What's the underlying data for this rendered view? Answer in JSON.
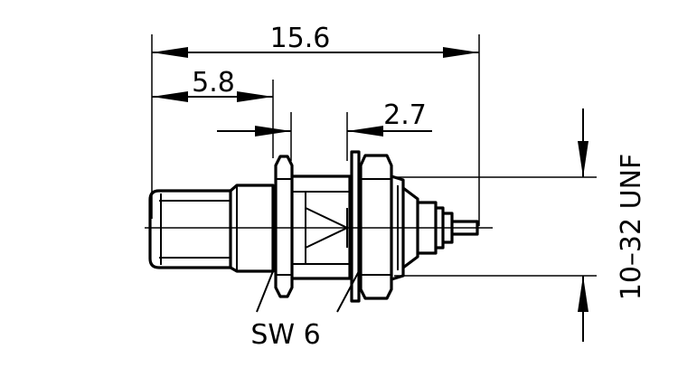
{
  "dimensions": {
    "overall_length": "15.6",
    "body_length": "5.8",
    "flange_width": "2.7",
    "thread_spec": "10–32 UNF",
    "wrench_size": "SW 6"
  },
  "colors": {
    "line": "#000000",
    "background": "#ffffff"
  }
}
